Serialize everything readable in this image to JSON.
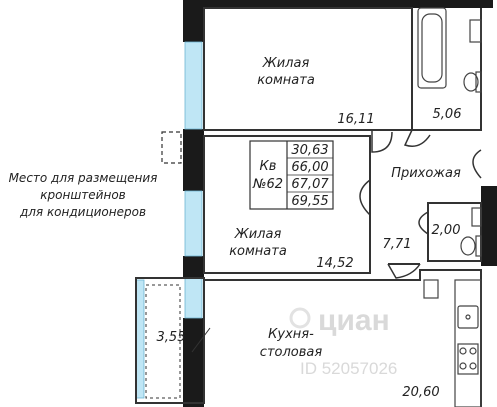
{
  "rooms": {
    "living_room_1": {
      "name_line1": "Жилая",
      "name_line2": "комната",
      "area": "16,11"
    },
    "living_room_2": {
      "name_line1": "Жилая",
      "name_line2": "комната",
      "area": "14,52"
    },
    "bathroom": {
      "area": "5,06"
    },
    "hallway": {
      "name": "Прихожая",
      "area": "7,71"
    },
    "toilet": {
      "area": "2,00"
    },
    "kitchen": {
      "name_line1": "Кухня-",
      "name_line2": "столовая",
      "area": "20,60"
    },
    "balcony": {
      "area": "3,55"
    }
  },
  "apartment": {
    "label_line1": "Кв",
    "label_line2": "№62",
    "areas": [
      "30,63",
      "66,00",
      "67,07",
      "69,55"
    ]
  },
  "ac_note": {
    "line1": "Место для размещения",
    "line2": "кронштейнов",
    "line3": "для кондиционеров"
  },
  "watermark": {
    "brand": "циан",
    "id": "ID 52057026"
  },
  "colors": {
    "wall": "#1a1a1a",
    "window": "#bfe6f5",
    "line": "#333333"
  }
}
